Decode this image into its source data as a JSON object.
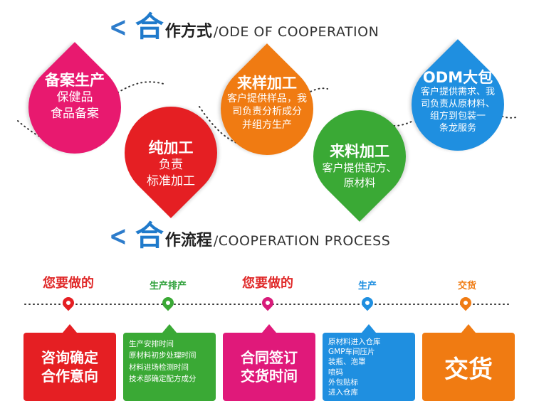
{
  "heading1": {
    "chevron": "<",
    "big": "合",
    "mid": "作方式",
    "en": "/ODE OF COOPERATION"
  },
  "heading2": {
    "chevron": "<",
    "big": "合",
    "mid": "作流程",
    "en": "/COOPERATION PROCESS"
  },
  "modes": [
    {
      "title": "备案生产",
      "lines": [
        "保健品",
        "食品备案"
      ],
      "color": "#e8196f"
    },
    {
      "title": "纯加工",
      "lines": [
        "负责",
        "标准加工"
      ],
      "color": "#e51f23"
    },
    {
      "title": "来样加工",
      "lines": [
        "客户提供样品，我",
        "司负责分析成分",
        "并组方生产"
      ],
      "color": "#f07b12"
    },
    {
      "title": "来料加工",
      "lines": [
        "客户提供配方、",
        "原材料"
      ],
      "color": "#3aa935"
    },
    {
      "title": "ODM大包",
      "lines": [
        "客户提供需求、我",
        "司负责从原材料、",
        "组方到包装一",
        "条龙服务"
      ],
      "color": "#1f8fe0"
    }
  ],
  "steps": [
    {
      "label": "您要做的",
      "label_color": "#e02a2a",
      "pin_color": "#e51f23",
      "box_color": "#e51f23",
      "box_lines": [
        "咨询确定",
        "合作意向"
      ]
    },
    {
      "label": "生产排产",
      "label_color": "#2ea03a",
      "pin_color": "#3aa935",
      "box_color": "#3aa935",
      "box_lines": [
        "生产安排时间",
        "原材料初步处理时间",
        "材料进场检测时间",
        "技术部确定配方成分"
      ]
    },
    {
      "label": "您要做的",
      "label_color": "#e02a2a",
      "pin_color": "#d81b7a",
      "box_color": "#e0197a",
      "box_lines": [
        "合同签订",
        "交货时间"
      ]
    },
    {
      "label": "生产",
      "label_color": "#1f8fe0",
      "pin_color": "#1f8fe0",
      "box_color": "#1f8fe0",
      "box_lines": [
        "原材料进入仓库",
        "GMP车间压片",
        "装瓶、泡罩",
        "喷码",
        "外包贴标",
        "进入仓库"
      ]
    },
    {
      "label": "交货",
      "label_color": "#f07b12",
      "pin_color": "#f07b12",
      "box_color": "#f07b12",
      "box_lines": [
        "交货"
      ]
    }
  ]
}
